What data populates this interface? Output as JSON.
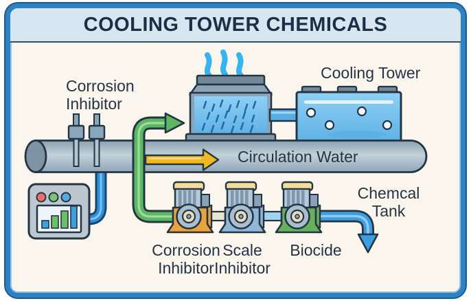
{
  "header": {
    "title": "COOLING TOWER CHEMICALS"
  },
  "diagram": {
    "labels": {
      "corrosion_inhibitor_injection": "Corrosion Inhibitor",
      "cooling_tower": "Cooling Tower",
      "circulation_water": "Circulation Water",
      "chemical_tank": "Chemcal Tank"
    },
    "pumps": [
      {
        "label": "Corrosion Inhibitor",
        "color": "#e8a33d"
      },
      {
        "label": "Scale Inhibitor",
        "color": "#8fb8d8"
      },
      {
        "label": "Biocide",
        "color": "#68b15c"
      }
    ],
    "control_panel": {
      "indicator_colors": [
        "#ef6f61",
        "#7cc576",
        "#57a8dc"
      ]
    },
    "colors": {
      "frame_blue": "#2e82c4",
      "header_bg": "#d8e6f2",
      "body_bg": "#faf6ee",
      "title_text": "#1b3047",
      "label_text": "#253444",
      "pipe_gray": "#a5b8c4",
      "flow_arrow_yellow": "#f2b81f",
      "dosing_pipe_green": "#5cb860",
      "water_pipe_blue": "#2f8fd8",
      "water_blue": "#79c4ef",
      "steam_cyan": "#35b4f0"
    }
  }
}
